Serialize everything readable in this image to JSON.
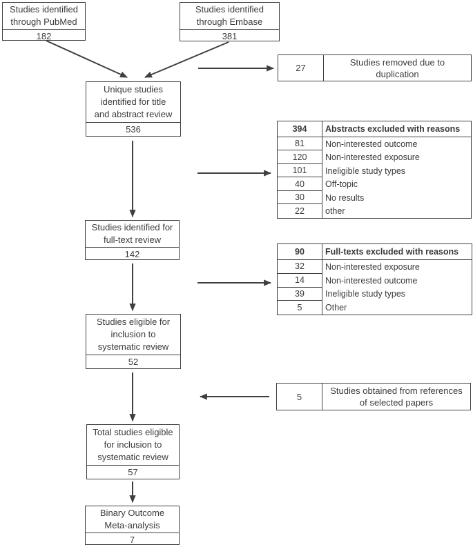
{
  "colors": {
    "line": "#3f3f3f",
    "text": "#3b3b3b",
    "background": "#ffffff"
  },
  "boxes": {
    "pubmed": {
      "label": "Studies identified\nthrough PubMed",
      "count": "182"
    },
    "embase": {
      "label": "Studies identified\nthrough Embase",
      "count": "381"
    },
    "unique": {
      "label": "Unique studies\nidentified for title\nand abstract review",
      "count": "536"
    },
    "fulltext": {
      "label": "Studies identified for\nfull-text review",
      "count": "142"
    },
    "eligible": {
      "label": "Studies eligible for\ninclusion to\nsystematic review",
      "count": "52"
    },
    "total": {
      "label": "Total studies eligible\nfor inclusion to\nsystematic review",
      "count": "57"
    },
    "binary": {
      "label": "Binary Outcome\nMeta-analysis",
      "count": "7"
    }
  },
  "side": {
    "duplication": {
      "count": "27",
      "label": "Studies removed due to\nduplication"
    },
    "references": {
      "count": "5",
      "label": "Studies obtained from references\nof selected papers"
    },
    "abstracts": {
      "header": {
        "count": "394",
        "label": "Abstracts excluded with reasons"
      },
      "rows": [
        {
          "count": "81",
          "label": "Non-interested outcome"
        },
        {
          "count": "120",
          "label": "Non-interested exposure"
        },
        {
          "count": "101",
          "label": "Ineligible study types"
        },
        {
          "count": "40",
          "label": "Off-topic"
        },
        {
          "count": "30",
          "label": "No results"
        },
        {
          "count": "22",
          "label": "other"
        }
      ]
    },
    "fulltexts": {
      "header": {
        "count": "90",
        "label": "Full-texts excluded with reasons"
      },
      "rows": [
        {
          "count": "32",
          "label": "Non-interested exposure"
        },
        {
          "count": "14",
          "label": "Non-interested outcome"
        },
        {
          "count": "39",
          "label": "Ineligible study types"
        },
        {
          "count": "5",
          "label": "Other"
        }
      ]
    }
  }
}
